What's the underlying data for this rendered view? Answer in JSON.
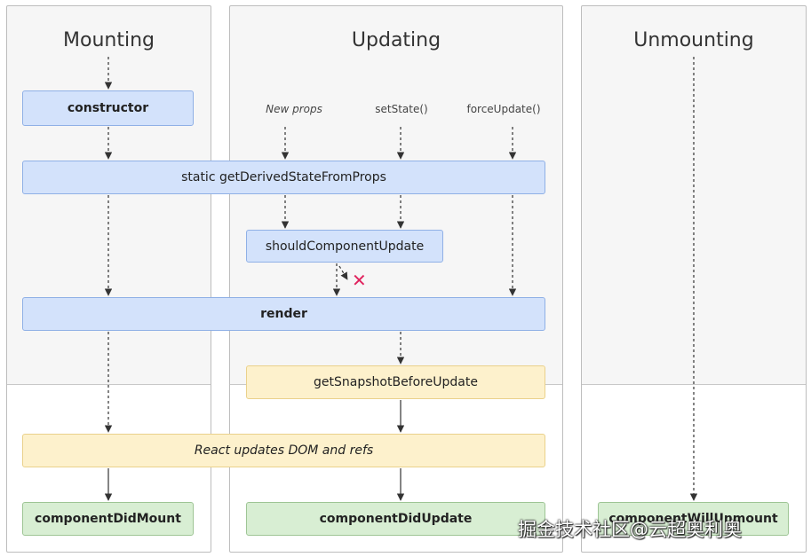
{
  "columns": {
    "mounting": "Mounting",
    "updating": "Updating",
    "unmounting": "Unmounting"
  },
  "sources": {
    "new_props": "New props",
    "set_state": "setState()",
    "force_update": "forceUpdate()"
  },
  "boxes": {
    "constructor": "constructor",
    "get_derived_state": "static getDerivedStateFromProps",
    "should_component_update": "shouldComponentUpdate",
    "render": "render",
    "get_snapshot": "getSnapshotBeforeUpdate",
    "react_updates_dom": "React updates DOM and refs",
    "component_did_mount": "componentDidMount",
    "component_did_update": "componentDidUpdate",
    "component_will_unmount": "componentWillUnmount"
  },
  "watermark": "掘金技术社区@云超奥利奥",
  "colors": {
    "lifecycle_blue": "#d3e2fb",
    "commit_yellow": "#fdf1cc",
    "did_green": "#d8eed3",
    "skip_red": "#e0245e"
  }
}
